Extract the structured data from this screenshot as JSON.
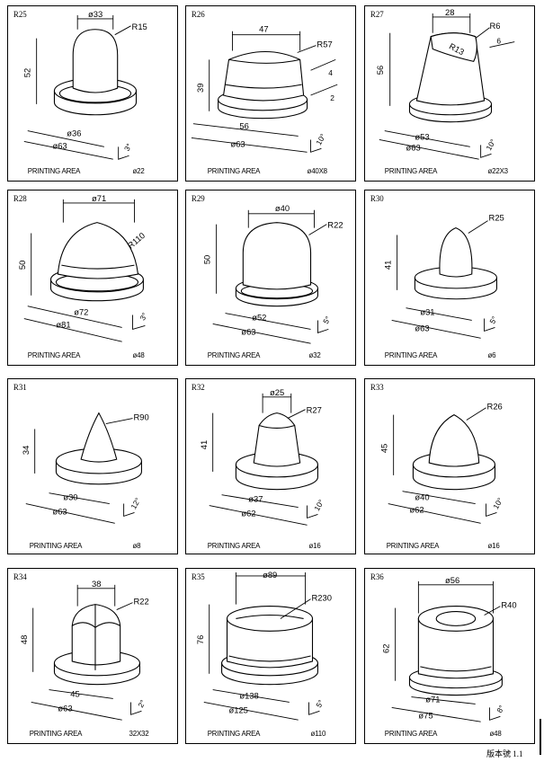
{
  "footer_label": "PRINTING AREA",
  "version": "版本號 1.1",
  "pads": [
    {
      "code": "R25",
      "dims": [
        "ø33",
        "R15",
        "52",
        "ø36",
        "ø63",
        "3°"
      ],
      "area": "ø22"
    },
    {
      "code": "R26",
      "dims": [
        "47",
        "R57",
        "4",
        "39",
        "56",
        "ø63",
        "2",
        "10°"
      ],
      "area": "ø40X8"
    },
    {
      "code": "R27",
      "dims": [
        "28",
        "R6",
        "6",
        "R13",
        "56",
        "ø53",
        "ø63",
        "10°"
      ],
      "area": "ø22X3"
    },
    {
      "code": "R28",
      "dims": [
        "ø71",
        "R110",
        "50",
        "ø72",
        "ø81",
        "3°"
      ],
      "area": "ø48"
    },
    {
      "code": "R29",
      "dims": [
        "ø40",
        "R22",
        "50",
        "ø52",
        "ø63",
        "5°"
      ],
      "area": "ø32"
    },
    {
      "code": "R30",
      "dims": [
        "R25",
        "41",
        "ø31",
        "ø63",
        "5°"
      ],
      "area": "ø6"
    },
    {
      "code": "R31",
      "dims": [
        "R90",
        "34",
        "ø30",
        "ø63",
        "12°"
      ],
      "area": "ø8"
    },
    {
      "code": "R32",
      "dims": [
        "ø25",
        "R27",
        "41",
        "ø37",
        "ø62",
        "10°"
      ],
      "area": "ø16"
    },
    {
      "code": "R33",
      "dims": [
        "R26",
        "45",
        "ø40",
        "ø62",
        "10°"
      ],
      "area": "ø16"
    },
    {
      "code": "R34",
      "dims": [
        "38",
        "R22",
        "48",
        "45",
        "ø63",
        "2°"
      ],
      "area": "32X32"
    },
    {
      "code": "R35",
      "dims": [
        "ø89",
        "R230",
        "76",
        "ø138",
        "ø125",
        "5°"
      ],
      "area": "ø110"
    },
    {
      "code": "R36",
      "dims": [
        "ø56",
        "R40",
        "62",
        "ø71",
        "ø75",
        "8°"
      ],
      "area": "ø48"
    }
  ]
}
